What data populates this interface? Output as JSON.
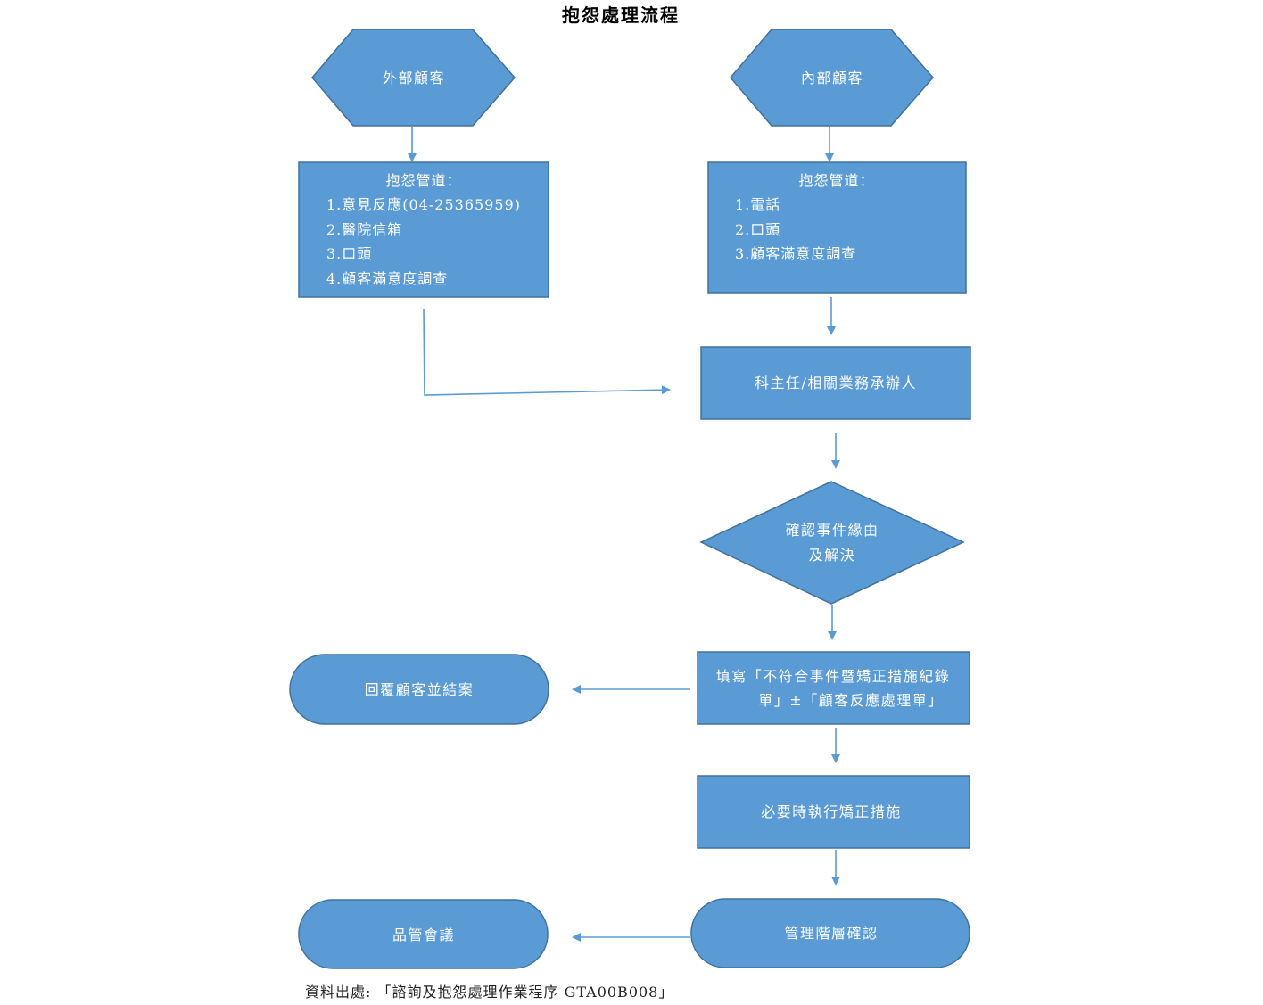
{
  "title": "抱怨處理流程",
  "colors": {
    "node_fill": "#5b9bd5",
    "node_stroke": "#41719c",
    "arrow": "#5b9bd5",
    "text_on_node": "#ffffff"
  },
  "nodes": {
    "external_customer": {
      "label": "外部顧客",
      "shape": "hexagon"
    },
    "internal_customer": {
      "label": "內部顧客",
      "shape": "hexagon"
    },
    "external_channels": {
      "shape": "rectangle",
      "heading": "抱怨管道：",
      "items": [
        "1.意見反應(04-25365959)",
        "2.醫院信箱",
        "3.口頭",
        "4.顧客滿意度調查"
      ]
    },
    "internal_channels": {
      "shape": "rectangle",
      "heading": "抱怨管道：",
      "items": [
        "1.電話",
        "2.口頭",
        "3.顧客滿意度調查"
      ]
    },
    "section_chief": {
      "label": "科主任/相關業務承辦人",
      "shape": "rectangle"
    },
    "confirm_event": {
      "lines": [
        "確認事件緣由",
        "及解決"
      ],
      "shape": "diamond"
    },
    "fill_forms": {
      "lines": [
        "填寫「不符合事件暨矯正措施紀錄",
        "單」±「顧客反應處理單」"
      ],
      "shape": "rectangle"
    },
    "reply_close": {
      "label": "回覆顧客並結案",
      "shape": "rounded"
    },
    "corrective_action": {
      "label": "必要時執行矯正措施",
      "shape": "rectangle"
    },
    "management_confirm": {
      "label": "管理階層確認",
      "shape": "rounded"
    },
    "qc_meeting": {
      "label": "品管會議",
      "shape": "rounded"
    }
  },
  "edges": [
    {
      "from": "external_customer",
      "to": "external_channels"
    },
    {
      "from": "internal_customer",
      "to": "internal_channels"
    },
    {
      "from": "internal_channels",
      "to": "section_chief"
    },
    {
      "from": "external_channels",
      "to": "section_chief"
    },
    {
      "from": "section_chief",
      "to": "confirm_event"
    },
    {
      "from": "confirm_event",
      "to": "fill_forms"
    },
    {
      "from": "fill_forms",
      "to": "reply_close"
    },
    {
      "from": "fill_forms",
      "to": "corrective_action"
    },
    {
      "from": "corrective_action",
      "to": "management_confirm"
    },
    {
      "from": "management_confirm",
      "to": "qc_meeting"
    }
  ],
  "footer": "資料出處: 「諮詢及抱怨處理作業程序 GTA00B008」"
}
